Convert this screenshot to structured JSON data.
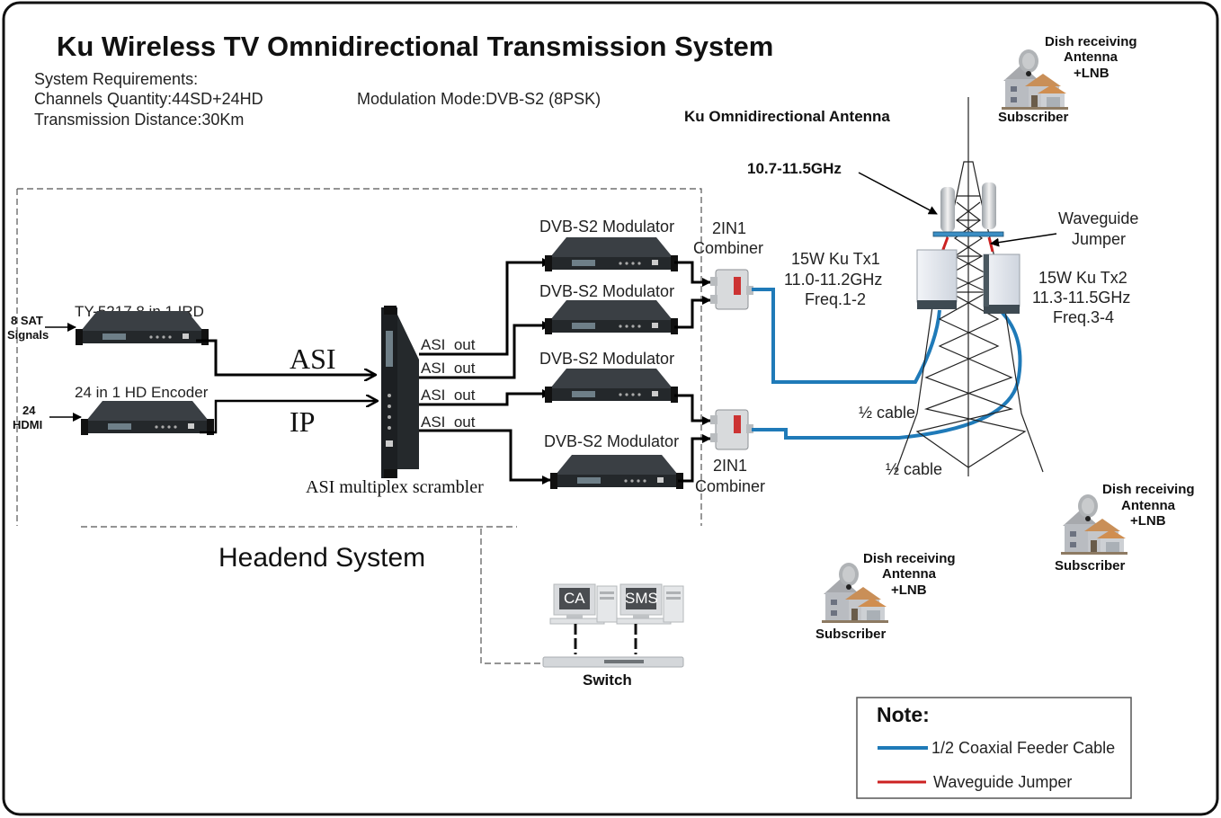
{
  "title": "Ku Wireless TV Omnidirectional Transmission System",
  "requirements": {
    "heading": "System Requirements:",
    "channels": "Channels Quantity:44SD+24HD",
    "distance": "Transmission Distance:30Km",
    "modulation": "Modulation Mode:DVB-S2 (8PSK)"
  },
  "headend": {
    "label": "Headend System",
    "inputs": [
      {
        "source": "8 SAT\nSignals",
        "source_line1": "8 SAT",
        "source_line2": "Signals",
        "device": "TY-5217 8 in 1 IRD"
      },
      {
        "source_line1": "24",
        "source_line2": "HDMI",
        "device": "24 in 1 HD Encoder"
      }
    ],
    "links": [
      "ASI",
      "IP"
    ],
    "scrambler_label": "ASI multiplex scrambler",
    "outputs": [
      "ASI  out",
      "ASI  out",
      "ASI  out",
      "ASI  out"
    ],
    "modulators": [
      "DVB-S2 Modulator",
      "DVB-S2 Modulator",
      "DVB-S2 Modulator",
      "DVB-S2 Modulator"
    ],
    "combiners": [
      {
        "line1": "2IN1",
        "line2": "Combiner"
      },
      {
        "line1": "2IN1",
        "line2": "Combiner"
      }
    ]
  },
  "ca_sms": {
    "ca": "CA",
    "sms": "SMS",
    "switch": "Switch"
  },
  "tower": {
    "antenna_label": "Ku Omnidirectional Antenna",
    "freq_label": "10.7-11.5GHz",
    "waveguide": {
      "line1": "Waveguide",
      "line2": "Jumper"
    },
    "tx1": {
      "line1": "15W Ku Tx1",
      "line2": "11.0-11.2GHz",
      "line3": "Freq.1-2"
    },
    "tx2": {
      "line1": "15W Ku Tx2",
      "line2": "11.3-11.5GHz",
      "line3": "Freq.3-4"
    },
    "cable_labels": [
      "½ cable",
      "½ cable"
    ]
  },
  "subscribers": [
    {
      "line1": "Dish receiving",
      "line2": "Antenna",
      "line3": "+LNB",
      "label": "Subscriber"
    },
    {
      "line1": "Dish receiving",
      "line2": "Antenna",
      "line3": "+LNB",
      "label": "Subscriber"
    },
    {
      "line1": "Dish receiving",
      "line2": "Antenna",
      "line3": "+LNB",
      "label": "Subscriber"
    }
  ],
  "note": {
    "title": "Note:",
    "items": [
      {
        "label": "1/2 Coaxial Feeder Cable",
        "color": "#1f7ab8"
      },
      {
        "label": "Waveguide Jumper",
        "color": "#cc2222"
      }
    ]
  },
  "colors": {
    "coax": "#1f7ab8",
    "waveguide": "#cc2222",
    "device": "#2b2f33"
  }
}
